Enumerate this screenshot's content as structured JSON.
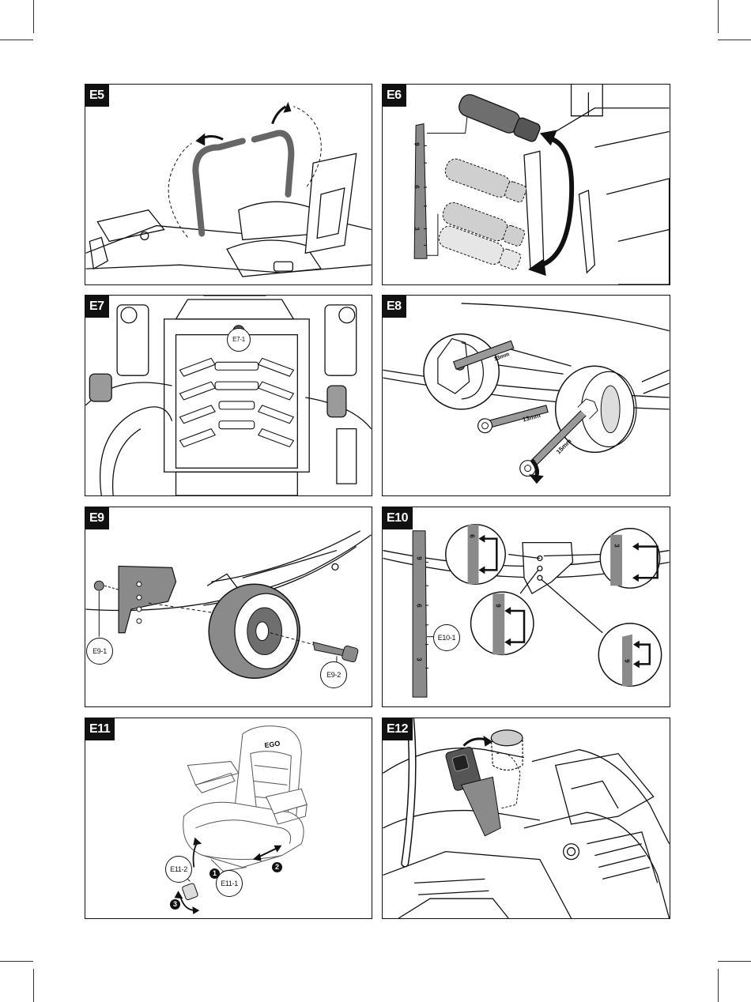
{
  "panels": [
    {
      "id": "E5",
      "label": "E5"
    },
    {
      "id": "E6",
      "label": "E6",
      "scale": [
        "9",
        "6",
        "3"
      ]
    },
    {
      "id": "E7",
      "label": "E7",
      "callouts": [
        "E7-1"
      ]
    },
    {
      "id": "E8",
      "label": "E8",
      "wrench_sizes": [
        "13mm",
        "13mm",
        "15mm"
      ]
    },
    {
      "id": "E9",
      "label": "E9",
      "callouts": [
        "E9-1",
        "E9-2"
      ]
    },
    {
      "id": "E10",
      "label": "E10",
      "scale": [
        "9",
        "6",
        "3"
      ],
      "callouts": [
        "E10-1"
      ],
      "zoom_scales": [
        "6",
        "3",
        "9",
        "9"
      ]
    },
    {
      "id": "E11",
      "label": "E11",
      "callouts": [
        "E11-2",
        "E11-1"
      ],
      "steps": [
        "1",
        "2",
        "3"
      ],
      "logo": "EGO"
    },
    {
      "id": "E12",
      "label": "E12"
    }
  ],
  "colors": {
    "ink": "#111111",
    "shade": "#8a8a8a",
    "light": "#d6d6d6"
  }
}
